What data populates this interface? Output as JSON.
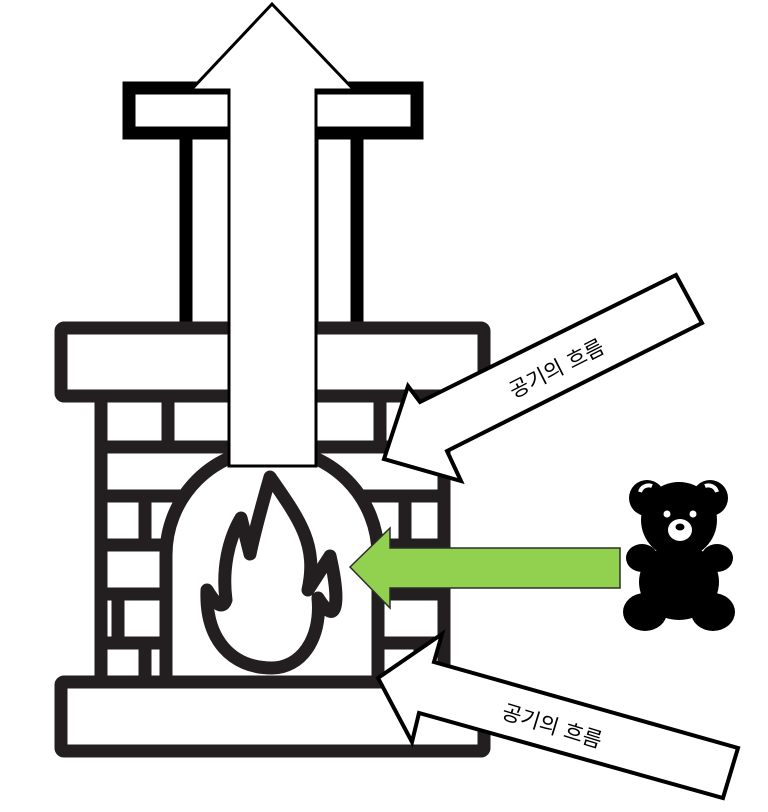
{
  "diagram": {
    "title": "",
    "colors": {
      "background": "#ffffff",
      "outline": "#231f20",
      "arrow_outline": "#000000",
      "arrow_fill": "#ffffff",
      "green_arrow_fill": "#92d050",
      "bear_fill": "#000000"
    },
    "nodes": [
      {
        "id": "fireplace",
        "type": "icon",
        "label": ""
      },
      {
        "id": "fire",
        "type": "icon",
        "label": ""
      },
      {
        "id": "teddy-bear",
        "type": "icon",
        "label": ""
      }
    ],
    "arrows": [
      {
        "id": "updraft-arrow",
        "direction": "up",
        "label": ""
      },
      {
        "id": "upper-airflow-arrow",
        "direction": "down-left",
        "label": "공기의 흐름"
      },
      {
        "id": "teddy-to-fire-arrow",
        "direction": "left",
        "label": ""
      },
      {
        "id": "lower-airflow-arrow",
        "direction": "up-left",
        "label": "공기의 흐름"
      }
    ]
  }
}
